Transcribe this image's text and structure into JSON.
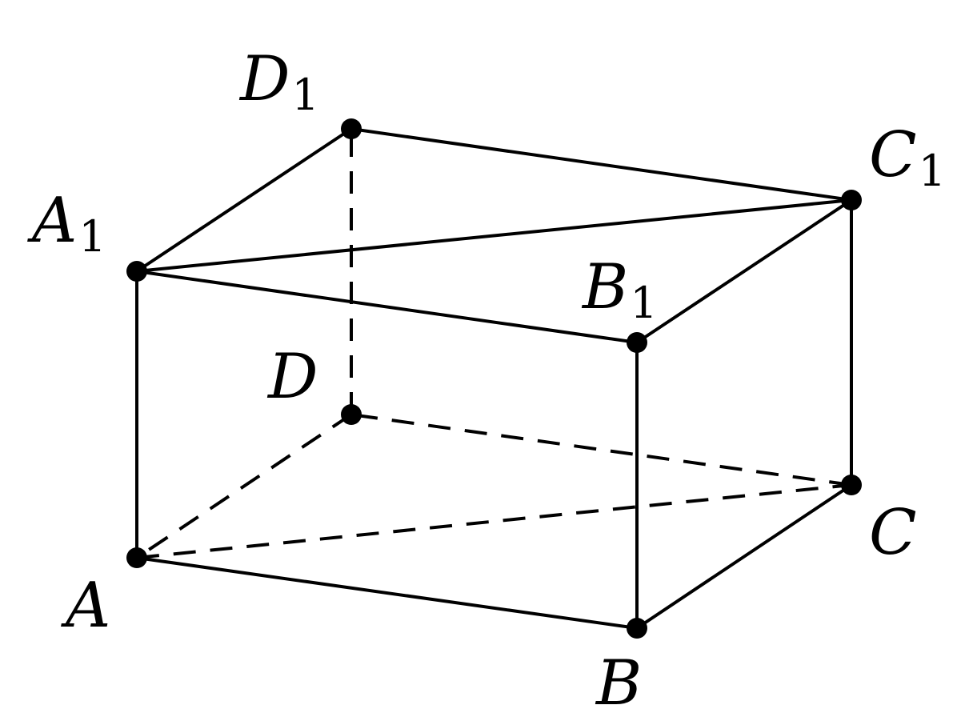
{
  "diagram": {
    "vertices": {
      "A": {
        "letter": "A",
        "sub": ""
      },
      "B": {
        "letter": "B",
        "sub": ""
      },
      "C": {
        "letter": "C",
        "sub": ""
      },
      "D": {
        "letter": "D",
        "sub": ""
      },
      "A1": {
        "letter": "A",
        "sub": "1"
      },
      "B1": {
        "letter": "B",
        "sub": "1"
      },
      "C1": {
        "letter": "C",
        "sub": "1"
      },
      "D1": {
        "letter": "D",
        "sub": "1"
      }
    },
    "edges": [
      {
        "from": "A",
        "to": "B",
        "hidden": false
      },
      {
        "from": "B",
        "to": "C",
        "hidden": false
      },
      {
        "from": "C",
        "to": "D",
        "hidden": true
      },
      {
        "from": "D",
        "to": "A",
        "hidden": true
      },
      {
        "from": "A",
        "to": "C",
        "hidden": true
      },
      {
        "from": "A1",
        "to": "B1",
        "hidden": false
      },
      {
        "from": "B1",
        "to": "C1",
        "hidden": false
      },
      {
        "from": "C1",
        "to": "D1",
        "hidden": false
      },
      {
        "from": "D1",
        "to": "A1",
        "hidden": false
      },
      {
        "from": "A1",
        "to": "C1",
        "hidden": false
      },
      {
        "from": "A",
        "to": "A1",
        "hidden": false
      },
      {
        "from": "B",
        "to": "B1",
        "hidden": false
      },
      {
        "from": "C",
        "to": "C1",
        "hidden": false
      },
      {
        "from": "D",
        "to": "D1",
        "hidden": true
      }
    ],
    "colors": {
      "ink": "#000000",
      "background": "#ffffff"
    }
  }
}
